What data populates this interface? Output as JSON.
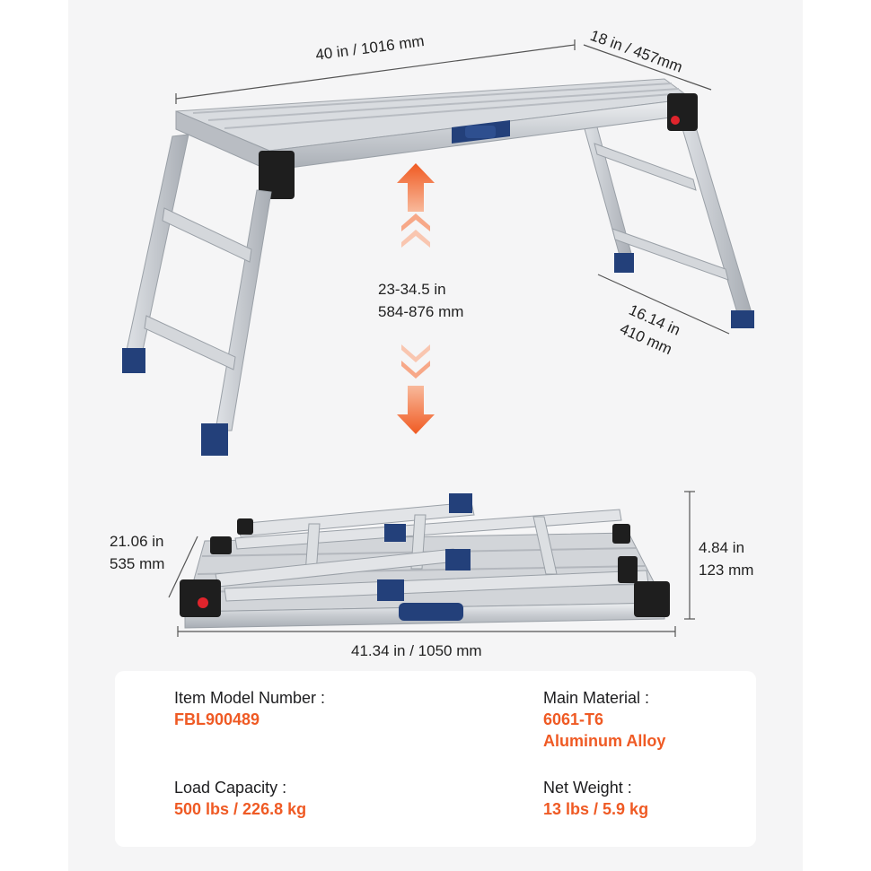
{
  "dimensions": {
    "platform_length": "40 in / 1016 mm",
    "platform_width": "18 in / 457mm",
    "height_range_in": "23-34.5 in",
    "height_range_mm": "584-876 mm",
    "leg_spread_in": "16.14 in",
    "leg_spread_mm": "410 mm",
    "folded_width_in": "21.06 in",
    "folded_width_mm": "535 mm",
    "folded_thickness_in": "4.84 in",
    "folded_thickness_mm": "123 mm",
    "folded_length": "41.34 in / 1050 mm"
  },
  "specs": {
    "model_label": "Item Model Number :",
    "model_value": "FBL900489",
    "material_label": "Main Material :",
    "material_value_1": "6061-T6",
    "material_value_2": "Aluminum Alloy",
    "load_label": "Load Capacity :",
    "load_value": "500 lbs / 226.8 kg",
    "weight_label": "Net Weight :",
    "weight_value": "13 lbs / 5.9 kg"
  },
  "colors": {
    "accent": "#ef5a24",
    "aluminum": "#c9ccd1",
    "foot_blue": "#23407a",
    "bracket_black": "#1e1e1e"
  }
}
